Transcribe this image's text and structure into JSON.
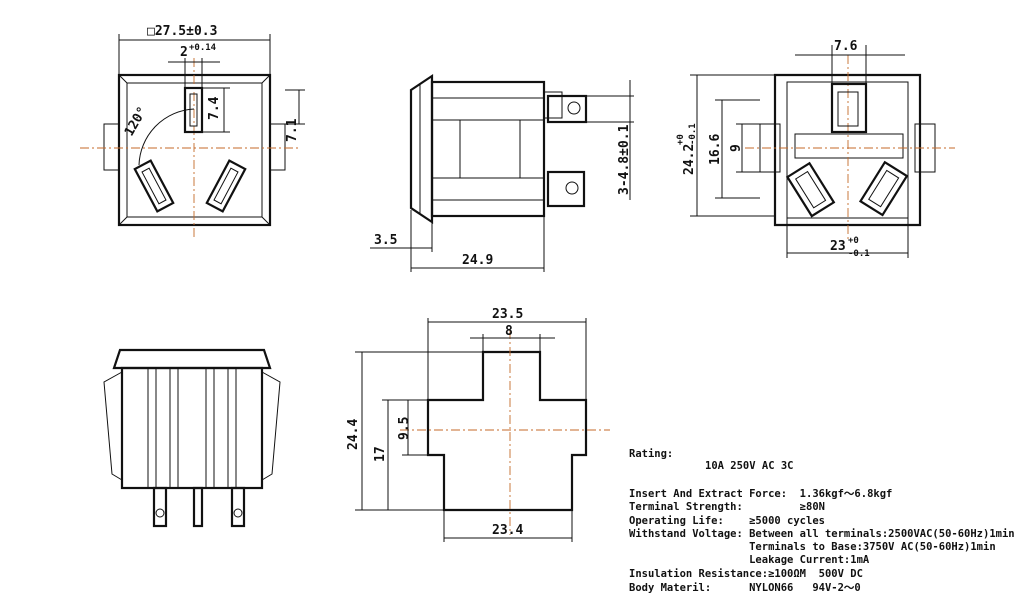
{
  "front_view": {
    "width_dim": "□27.5±0.3",
    "slot_width_dim": "2",
    "slot_width_tol": "+0.14",
    "slot_len_dim": "7.4",
    "ear_dim": "7.1",
    "angle": "120°"
  },
  "side_view": {
    "flange_dim": "3.5",
    "depth_dim": "24.9",
    "terminal_dim": "3-4.8±0.1"
  },
  "rear_view": {
    "top_dim": "7.6",
    "height_dim": "24.2",
    "height_tol_upper": "+0",
    "height_tol_lower": "-0.1",
    "mid_dim": "16.6",
    "slot_dim": "9",
    "bottom_dim": "23",
    "bottom_tol_upper": "+0",
    "bottom_tol_lower": "-0.1"
  },
  "cutout_view": {
    "top_width_dim": "23.5",
    "neck_dim": "8",
    "height_dim": "24.4",
    "mid_height_dim": "17",
    "inner_dim": "9.5",
    "bottom_width_dim": "23.4"
  },
  "specs": {
    "rating_label": "Rating:",
    "rating_value": "10A 250V AC 3C",
    "lines": [
      "Insert And Extract Force:  1.36kgf～6.8kgf",
      "Terminal Strength:         ≥80N",
      "Operating Life:    ≥5000 cycles",
      "Withstand Voltage: Between all terminals:2500VAC(50-60Hz)1min",
      "                   Terminals to Base:3750V AC(50-60Hz)1min",
      "                   Leakage Current:1mA",
      "Insulation Resistance:≥100ΩM  500V DC",
      "Body Materil:      NYLON66   94V-2～0"
    ]
  }
}
